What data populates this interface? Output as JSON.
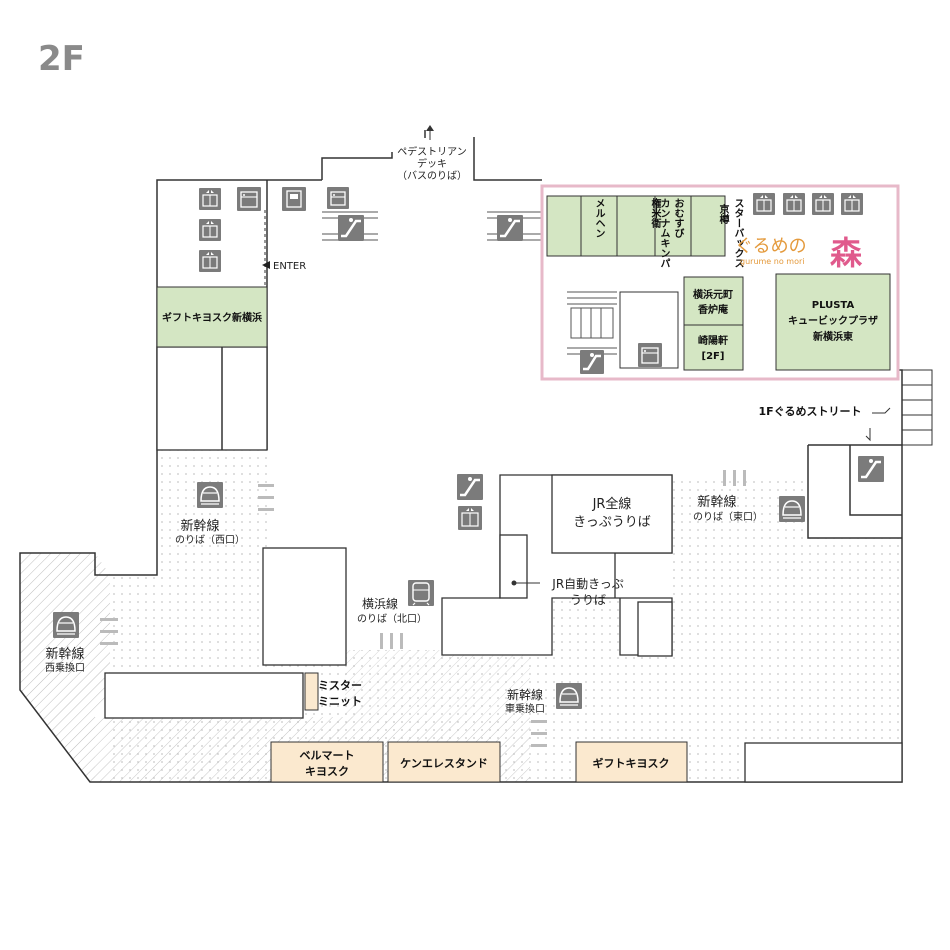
{
  "floor": "2F",
  "colors": {
    "shop_green": "#d4e6c3",
    "shop_tan": "#fbe9cf",
    "gourmet_border": "#e7b9c9",
    "logo_orange": "#e49a3c",
    "logo_pink": "#e05a8c",
    "icon_gray": "#7b7b7b"
  },
  "labels": {
    "pedestrian_deck": [
      "ペデストリアン",
      "デッキ",
      "（バスのりば）"
    ],
    "enter": "ENTER",
    "gift_kiosk_shinyokohama": "ギフトキヨスク新横浜",
    "shinkansen_west": [
      "新幹線",
      "のりば（西口）"
    ],
    "shinkansen_west_transfer": [
      "新幹線",
      "西乗換口"
    ],
    "yokohama_line_north": [
      "横浜線",
      "のりば（北口）"
    ],
    "jr_all_lines_tickets": [
      "JR全線",
      "きっぷうりば"
    ],
    "jr_auto_tickets": [
      "JR自動きっぷ",
      "うりば"
    ],
    "shinkansen_east": [
      "新幹線",
      "のりば（東口）"
    ],
    "shinkansen_car_transfer": [
      "新幹線",
      "車乗換口"
    ],
    "gourmet_street_1f": "1Fぐるめストリート",
    "mister_minit": [
      "ミスター",
      "ミニット"
    ],
    "bellmart_kiosk": [
      "ベルマート",
      "キヨスク"
    ],
    "ken_el_stand": "ケンエレスタンド",
    "gift_kiosk": "ギフトキヨスク"
  },
  "gourmet_mori": {
    "logo_text": "ぐるめの",
    "logo_kanji": "森",
    "logo_romaji": "gurume no mori",
    "shops_vertical": [
      "メルヘン",
      "カンナムキンパ",
      "権米衛",
      "おむすび",
      "スターバックス",
      "京樽"
    ],
    "yokohama_motomachi": [
      "横浜元町",
      "香炉庵"
    ],
    "kiyoken": [
      "崎陽軒",
      "[2F]"
    ],
    "plusta": [
      "PLUSTA",
      "キュービックプラザ",
      "新横浜東"
    ]
  },
  "icons": [
    "elevator-icon",
    "escalator-icon",
    "toilet-icon",
    "coin-locker-icon",
    "atm-icon",
    "train-icon",
    "shinkansen-icon",
    "ticket-gate-icon"
  ]
}
